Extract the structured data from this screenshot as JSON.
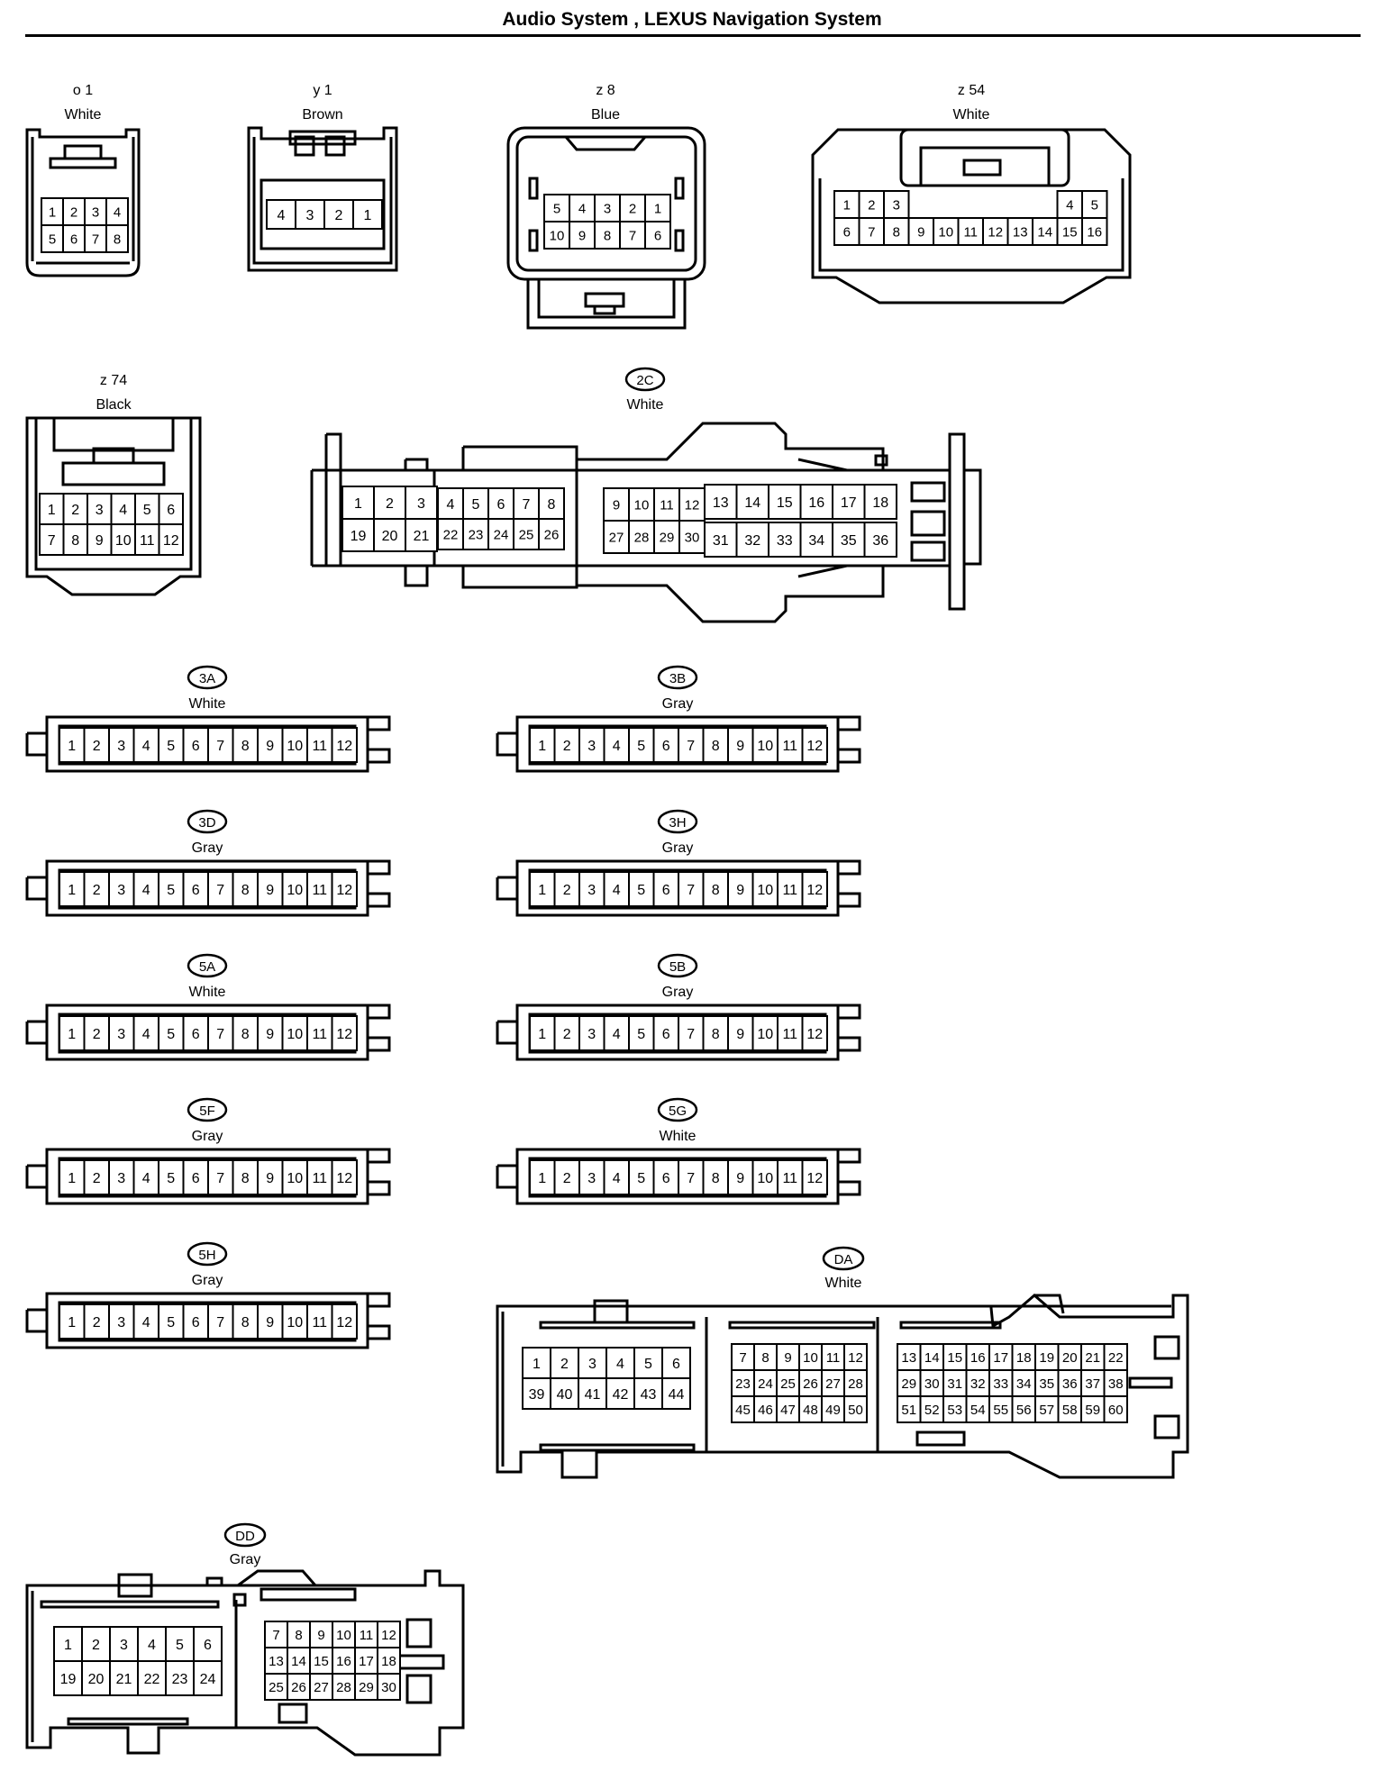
{
  "title": "Audio System , LEXUS Navigation System",
  "connectors": {
    "o1": {
      "code": "o 1",
      "color": "White",
      "pins": [
        [
          "1",
          "2",
          "3",
          "4"
        ],
        [
          "5",
          "6",
          "7",
          "8"
        ]
      ]
    },
    "y1": {
      "code": "y 1",
      "color": "Brown",
      "pins": [
        [
          "4",
          "3",
          "2",
          "1"
        ]
      ]
    },
    "z8": {
      "code": "z 8",
      "color": "Blue",
      "pins": [
        [
          "5",
          "4",
          "3",
          "2",
          "1"
        ],
        [
          "10",
          "9",
          "8",
          "7",
          "6"
        ]
      ]
    },
    "z54": {
      "code": "z 54",
      "color": "White",
      "pins": [
        [
          "1",
          "2",
          "3",
          "4",
          "5"
        ],
        [
          "6",
          "7",
          "8",
          "9",
          "10",
          "11",
          "12",
          "13",
          "14",
          "15",
          "16"
        ]
      ]
    },
    "z74": {
      "code": "z 74",
      "color": "Black",
      "pins": [
        [
          "1",
          "2",
          "3",
          "4",
          "5",
          "6"
        ],
        [
          "7",
          "8",
          "9",
          "10",
          "11",
          "12"
        ]
      ]
    },
    "c2C": {
      "code": "2C",
      "color": "White",
      "left_top": [
        "1",
        "2",
        "3"
      ],
      "left_bottom": [
        "19",
        "20",
        "21"
      ],
      "mid_top": [
        "4",
        "5",
        "6",
        "7",
        "8"
      ],
      "mid_bottom": [
        "22",
        "23",
        "24",
        "25",
        "26"
      ],
      "r1_top": [
        "9",
        "10",
        "11",
        "12"
      ],
      "r1_bottom": [
        "27",
        "28",
        "29",
        "30"
      ],
      "r2_top": [
        "13",
        "14",
        "15",
        "16",
        "17",
        "18"
      ],
      "r2_bottom": [
        "31",
        "32",
        "33",
        "34",
        "35",
        "36"
      ]
    },
    "c3A": {
      "code": "3A",
      "color": "White"
    },
    "c3B": {
      "code": "3B",
      "color": "Gray"
    },
    "c3D": {
      "code": "3D",
      "color": "Gray"
    },
    "c3H": {
      "code": "3H",
      "color": "Gray"
    },
    "c5A": {
      "code": "5A",
      "color": "White"
    },
    "c5B": {
      "code": "5B",
      "color": "Gray"
    },
    "c5F": {
      "code": "5F",
      "color": "Gray"
    },
    "c5G": {
      "code": "5G",
      "color": "White"
    },
    "c5H": {
      "code": "5H",
      "color": "Gray"
    },
    "cDA": {
      "code": "DA",
      "color": "White",
      "g1": [
        [
          "1",
          "2",
          "3",
          "4",
          "5",
          "6"
        ],
        [
          "39",
          "40",
          "41",
          "42",
          "43",
          "44"
        ]
      ],
      "g2": [
        [
          "7",
          "8",
          "9",
          "10",
          "11",
          "12"
        ],
        [
          "23",
          "24",
          "25",
          "26",
          "27",
          "28"
        ],
        [
          "45",
          "46",
          "47",
          "48",
          "49",
          "50"
        ]
      ],
      "g3": [
        [
          "13",
          "14",
          "15",
          "16",
          "17",
          "18",
          "19",
          "20",
          "21",
          "22"
        ],
        [
          "29",
          "30",
          "31",
          "32",
          "33",
          "34",
          "35",
          "36",
          "37",
          "38"
        ],
        [
          "51",
          "52",
          "53",
          "54",
          "55",
          "56",
          "57",
          "58",
          "59",
          "60"
        ]
      ]
    },
    "cDD": {
      "code": "DD",
      "color": "Gray",
      "g1": [
        [
          "1",
          "2",
          "3",
          "4",
          "5",
          "6"
        ],
        [
          "19",
          "20",
          "21",
          "22",
          "23",
          "24"
        ]
      ],
      "g2": [
        [
          "7",
          "8",
          "9",
          "10",
          "11",
          "12"
        ],
        [
          "13",
          "14",
          "15",
          "16",
          "17",
          "18"
        ],
        [
          "25",
          "26",
          "27",
          "28",
          "29",
          "30"
        ]
      ]
    }
  },
  "strip_pins": [
    "1",
    "2",
    "3",
    "4",
    "5",
    "6",
    "7",
    "8",
    "9",
    "10",
    "11",
    "12"
  ]
}
